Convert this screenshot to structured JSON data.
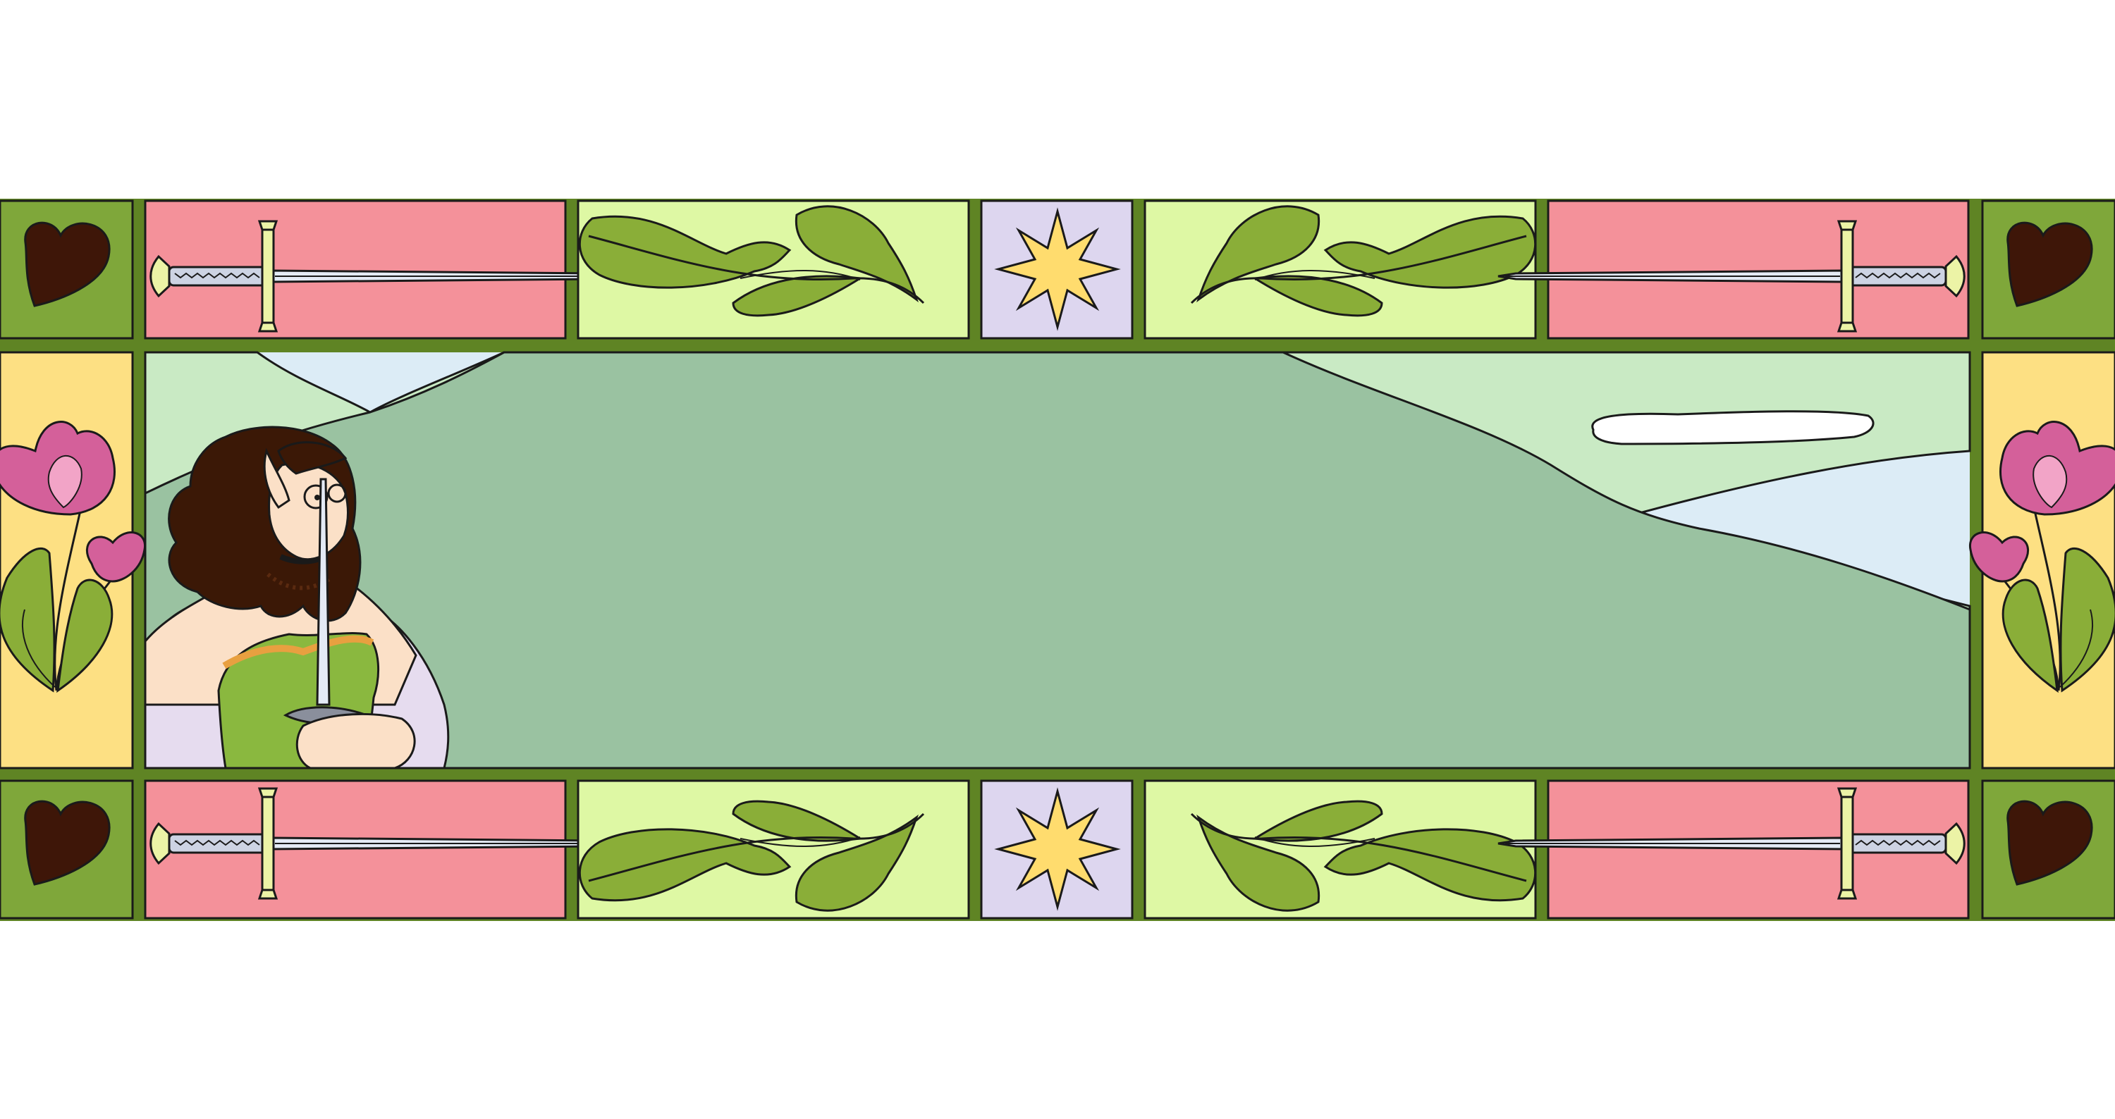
{
  "colors": {
    "background": "#ffffff",
    "frame_dark_green": "#5f8424",
    "heart_tile": "#7fa73a",
    "heart": "#3e1608",
    "sword_tile": "#f4919a",
    "leaf_tile": "#def8a4",
    "leaf": "#8aae38",
    "star_tile": "#ddd6ef",
    "star": "#ffdc6e",
    "flower_tile": "#fde083",
    "flower_petal": "#d4609a",
    "flower_center": "#f2a4c7",
    "sky": "#dcecf6",
    "hills_light": "#c9eac4",
    "hills_main": "#9ac2a1",
    "skin": "#fbe0c7",
    "hair": "#3b1806",
    "dress_green": "#8ab83f",
    "sleeve": "#e6dcef",
    "blade": "#e4eaf5",
    "hilt": "#ecf3a6",
    "outline": "#1a1a1a"
  },
  "border": {
    "rows": [
      {
        "name": "top",
        "tiles": [
          "heart-icon",
          "sword-icon",
          "leaf-branch-icon",
          "star-icon",
          "leaf-branch-icon",
          "sword-icon",
          "heart-icon"
        ]
      },
      {
        "name": "bottom",
        "tiles": [
          "heart-icon",
          "sword-icon",
          "leaf-branch-icon",
          "star-icon",
          "leaf-branch-icon",
          "sword-icon",
          "heart-icon"
        ]
      }
    ],
    "side_panels": [
      "flower-icon",
      "flower-icon"
    ]
  },
  "scene": {
    "elements": [
      "sky",
      "cloud",
      "hills",
      "elf-character-with-sword"
    ]
  }
}
